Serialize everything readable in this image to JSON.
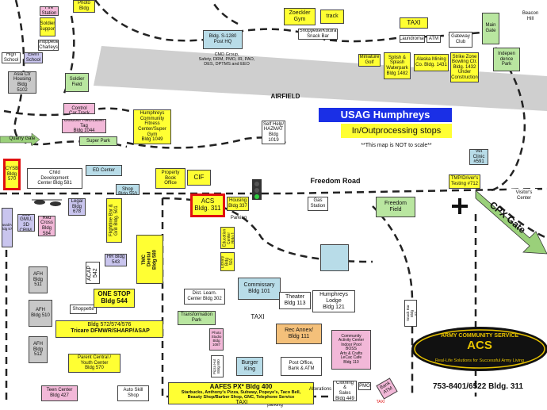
{
  "title": "USAG Humphreys",
  "subtitle": "In/Outprocessing stops",
  "disclaimer": "**This map is NOT to scale**",
  "roads": {
    "freedom": "Freedom Road",
    "quarry_gate": "Quarry Gate",
    "airfield": "AIRFIELD",
    "cpx_gate": "CPX Gate",
    "parking": "Parking",
    "parking2": "parking"
  },
  "acs_logo": {
    "top": "ARMY COMMUNITY SERVICE",
    "middle": "ACS",
    "bottom": "Real-Life Solutions for Successful Army Living"
  },
  "phone": "753-8401/6522 Bldg. 311",
  "places": {
    "da_photo": "DA Photo\nBldg 2106",
    "fire_station": "Fire\nStation",
    "soldier_support": "Soldier\nSupport",
    "shoppette_charleys": "Shoppette/\nCharleys",
    "high_school": "High\nSchool",
    "elem_school": "Elem\nSchool",
    "asia_housing": "Asia Ctr\nHousing\nBldg\n5102",
    "soldier_field": "Soldier\nField",
    "bldg_s1280": "Bldg. S-1280\nPost HQ",
    "cmd_group": "CMD Group,\nSafety, DRM, PMO, IR, PAO,\nDES, DPTMS and EEO",
    "zoeckler": "Zoeckler\nGym",
    "track": "track",
    "shoppette_kotura": "Shoppette/Kotura\nSnack Bar",
    "taxi1": "TAXI",
    "laundromat": "Laundromat",
    "atm1": "ATM",
    "gateway_club": "Gateway\nClub",
    "main_gate": "Main Gate",
    "beacon_hill": "Beacon\nHill",
    "independence_park": "Indepen\ndence\nPark",
    "miniature_golf": "Miniature\nGolf",
    "splish_splash": "Splish &\nSplash\nWaterpark\nBldg 1482",
    "alaska_mining": "Alaska Mining\nCo. Bldg. 1431",
    "strike_zone": "Strike Zone\nBowling Ctr.\nBldg. 1432\nUnder\nConstruction",
    "remote_control": "Remote Control\nCar Track",
    "outdoor_rec": "Outdoor Rec/Laser Tag\nBldg 1044",
    "super_park": "Super Park",
    "humphreys_fitness": "Humphreys\nCommunity\nFitness\nCenter/Super\nGym\nBldg 1049",
    "self_help": "Self Help/\nHAZMAT\nBldg 1019",
    "vet_clinic": "Vet\nClinic\n#591",
    "cysb": "CYSB\nBldg 570",
    "child_dev": "Child\nDevelopment\nCenter  Bldg 581",
    "ed_center": "ED Center",
    "thrift_shop": "Thrift Shop\nBldg 550",
    "property_book": "Property\nBook\nOffice",
    "cif": "CIF",
    "tmp_drivers": "TMP/Driver's\nTesting #712",
    "visitors_center": "Visitor's\nCenter",
    "acs_311": "ACS\nBldg. 311",
    "housing_337": "Housing\nBldg 337",
    "gas_station": "Gas\nStation",
    "freedom_field": "Freedom\nField",
    "legal": "Legal\nBldg\n678",
    "k16": "K16/Naval/Aviation\nBldg 571",
    "bldg585": "Bldg 585\nGMU, 3D\nCRIM, DF",
    "red_cross": "Red\nCross\nBldg\n584",
    "flightline_bar": "Flightline Bar &\nGrill  Bldg. 501",
    "hr_bldg": "HR Bldg\n543",
    "acap": "ACAP\n542",
    "tmc": "TMC\nDental\nBldg 580",
    "ev_center": "E/V\nEducation\nCenter\nBldg 1",
    "library": "Library\nBldg\n501",
    "commissary": "Commissary\nBldg 101",
    "theater": "Theater\nBldg 113",
    "humphreys_lodge": "Humphreys\nLodge\nBldg 121",
    "kimchi_snack": "Kimchi\nSnack Bar\nBldg\n#3",
    "afh1": "AFH\nBldg 511",
    "afh2": "AFH\nBldg 510",
    "afh3": "AFH\nBldg 512",
    "shoppette": "Shoppette",
    "one_stop": "ONE STOP\nBldg 544",
    "dist_learn": "Dist. Learn.\nCenter Bldg 302",
    "transformation_park": "Transformation\nPark",
    "taxi2": "TAXI",
    "bldg572": "Bldg 572/574/576",
    "tricare": "Tricare  DFMWR/SHARP/ASAP",
    "rec_annex": "Rec Annex/\nBldg 111",
    "community_activity": "Community\nActivity Center\nIndoor Pool\nBOSS\nArts & Crafts\nLeCac Cafe\nBldg 110",
    "parent_central": "Parent Central /\nYouth Center\nBldg 570",
    "photo_studio": "Photo\nStudio\nBldg\n1087",
    "burger_king": "Burger\nKing",
    "post_office": "Post Office,\nBank & ATM",
    "pizza_hut": "Pizza Hut\nBldg 800",
    "teen_center": "Teen Center\nBldg 427",
    "auto_skill": "Auto Skill\nShop",
    "aafes_px": "AAFES PX* Bldg 400",
    "aafes_list": "Starbucks, Anthony's Pizza, Subway, Popeye's, Taco Bell,\nBeauty Shop/Barber Shop, GNC, Telephone Service",
    "taxi3": "TAXI",
    "alterations": "Alterations",
    "clothing_sales": "Clothing &\nSales\nBldg 449",
    "pmo": "PMO",
    "bank_atm": "Bank\nATM",
    "taxi_red": "TAXI"
  },
  "colors": {
    "title_bar": "#1a2fe6",
    "highlight": "#ffff33",
    "green": "#b9e6a0",
    "pink": "#f2b8d8",
    "red_border": "#e01010",
    "airfield": "#cccccc"
  }
}
